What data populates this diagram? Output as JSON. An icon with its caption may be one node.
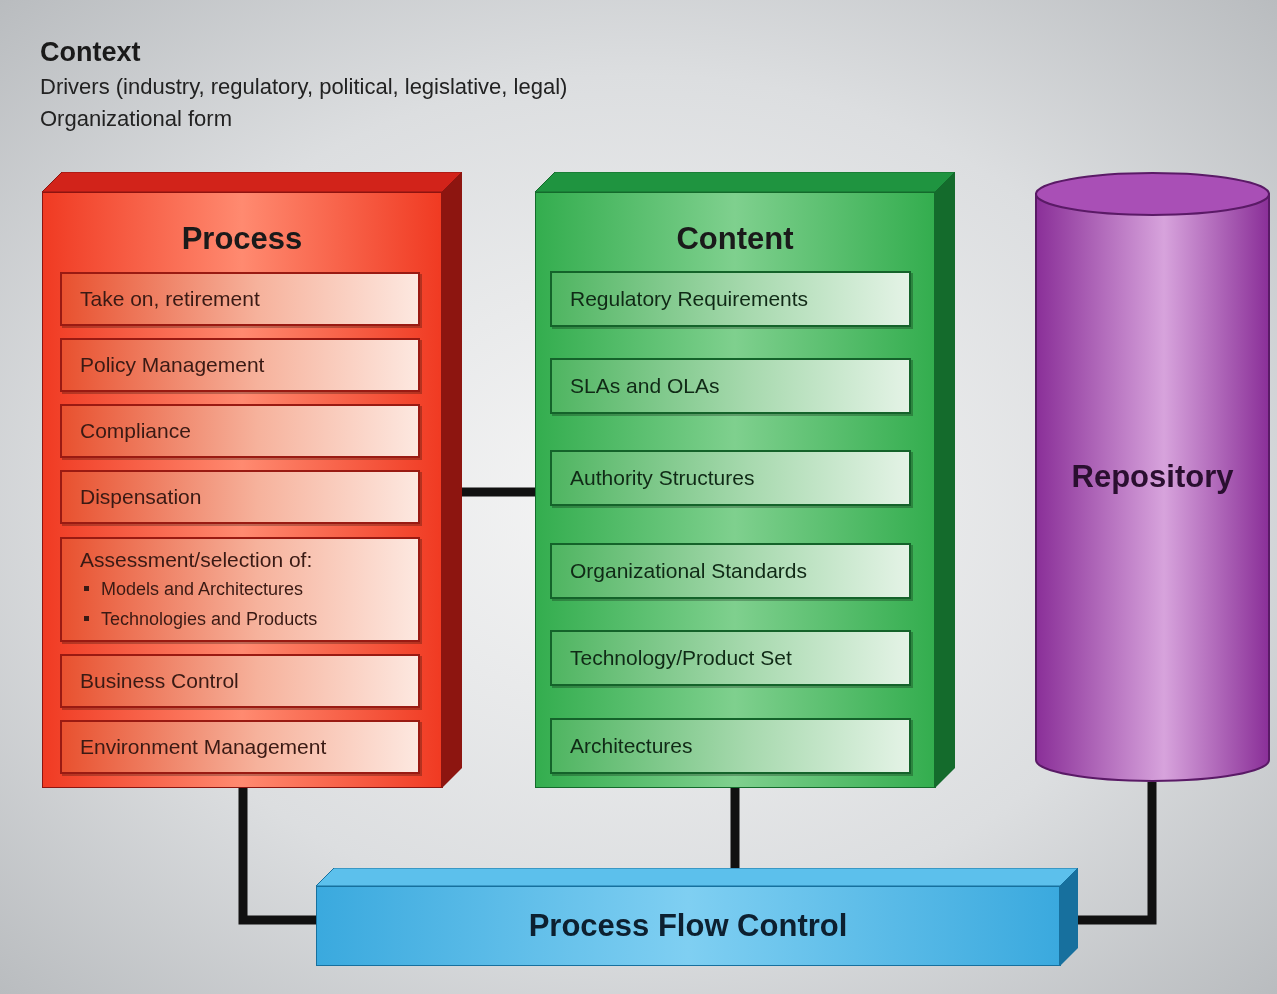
{
  "diagram": {
    "nodes": [
      {
        "text": [
          "Process"
        ]
      },
      {
        "text": [
          "Take on, retirement"
        ],
        "in": 0
      },
      {
        "text": [
          "Policy Management"
        ],
        "in": 0
      },
      {
        "text": [
          "Compliance"
        ],
        "in": 0
      },
      {
        "text": [
          "Dispensation"
        ],
        "in": 0
      },
      {
        "text": [
          "Assessment/selection of:",
          "Models and Architectures",
          "Technologies and Products"
        ],
        "in": 0
      },
      {
        "text": [
          "Business Control"
        ],
        "in": 0
      },
      {
        "text": [
          "Environment Management"
        ],
        "in": 0
      },
      {
        "text": [
          "Content"
        ]
      },
      {
        "text": [
          "Regulatory Requirements"
        ],
        "in": 8
      },
      {
        "text": [
          "SLAs and OLAs"
        ],
        "in": 8
      },
      {
        "text": [
          "Authority Structures"
        ],
        "in": 8
      },
      {
        "text": [
          "Organizational Standards"
        ],
        "in": 8
      },
      {
        "text": [
          "Technology/Product Set"
        ],
        "in": 8
      },
      {
        "text": [
          "Architectures"
        ],
        "in": 8
      },
      {
        "text": [
          "Repository"
        ]
      },
      {
        "text": [
          "Process Flow Control"
        ]
      }
    ],
    "edges": [
      {
        "from": 0,
        "to": 8,
        "arrow": "none"
      },
      {
        "from": 0,
        "to": 16,
        "arrow": "none"
      },
      {
        "from": 8,
        "to": 16,
        "arrow": "none"
      },
      {
        "from": 15,
        "to": 16,
        "arrow": "none"
      }
    ],
    "labels": [
      "Context",
      "Drivers (industry, regulatory, political, legislative, legal)",
      "Organizational form"
    ]
  }
}
